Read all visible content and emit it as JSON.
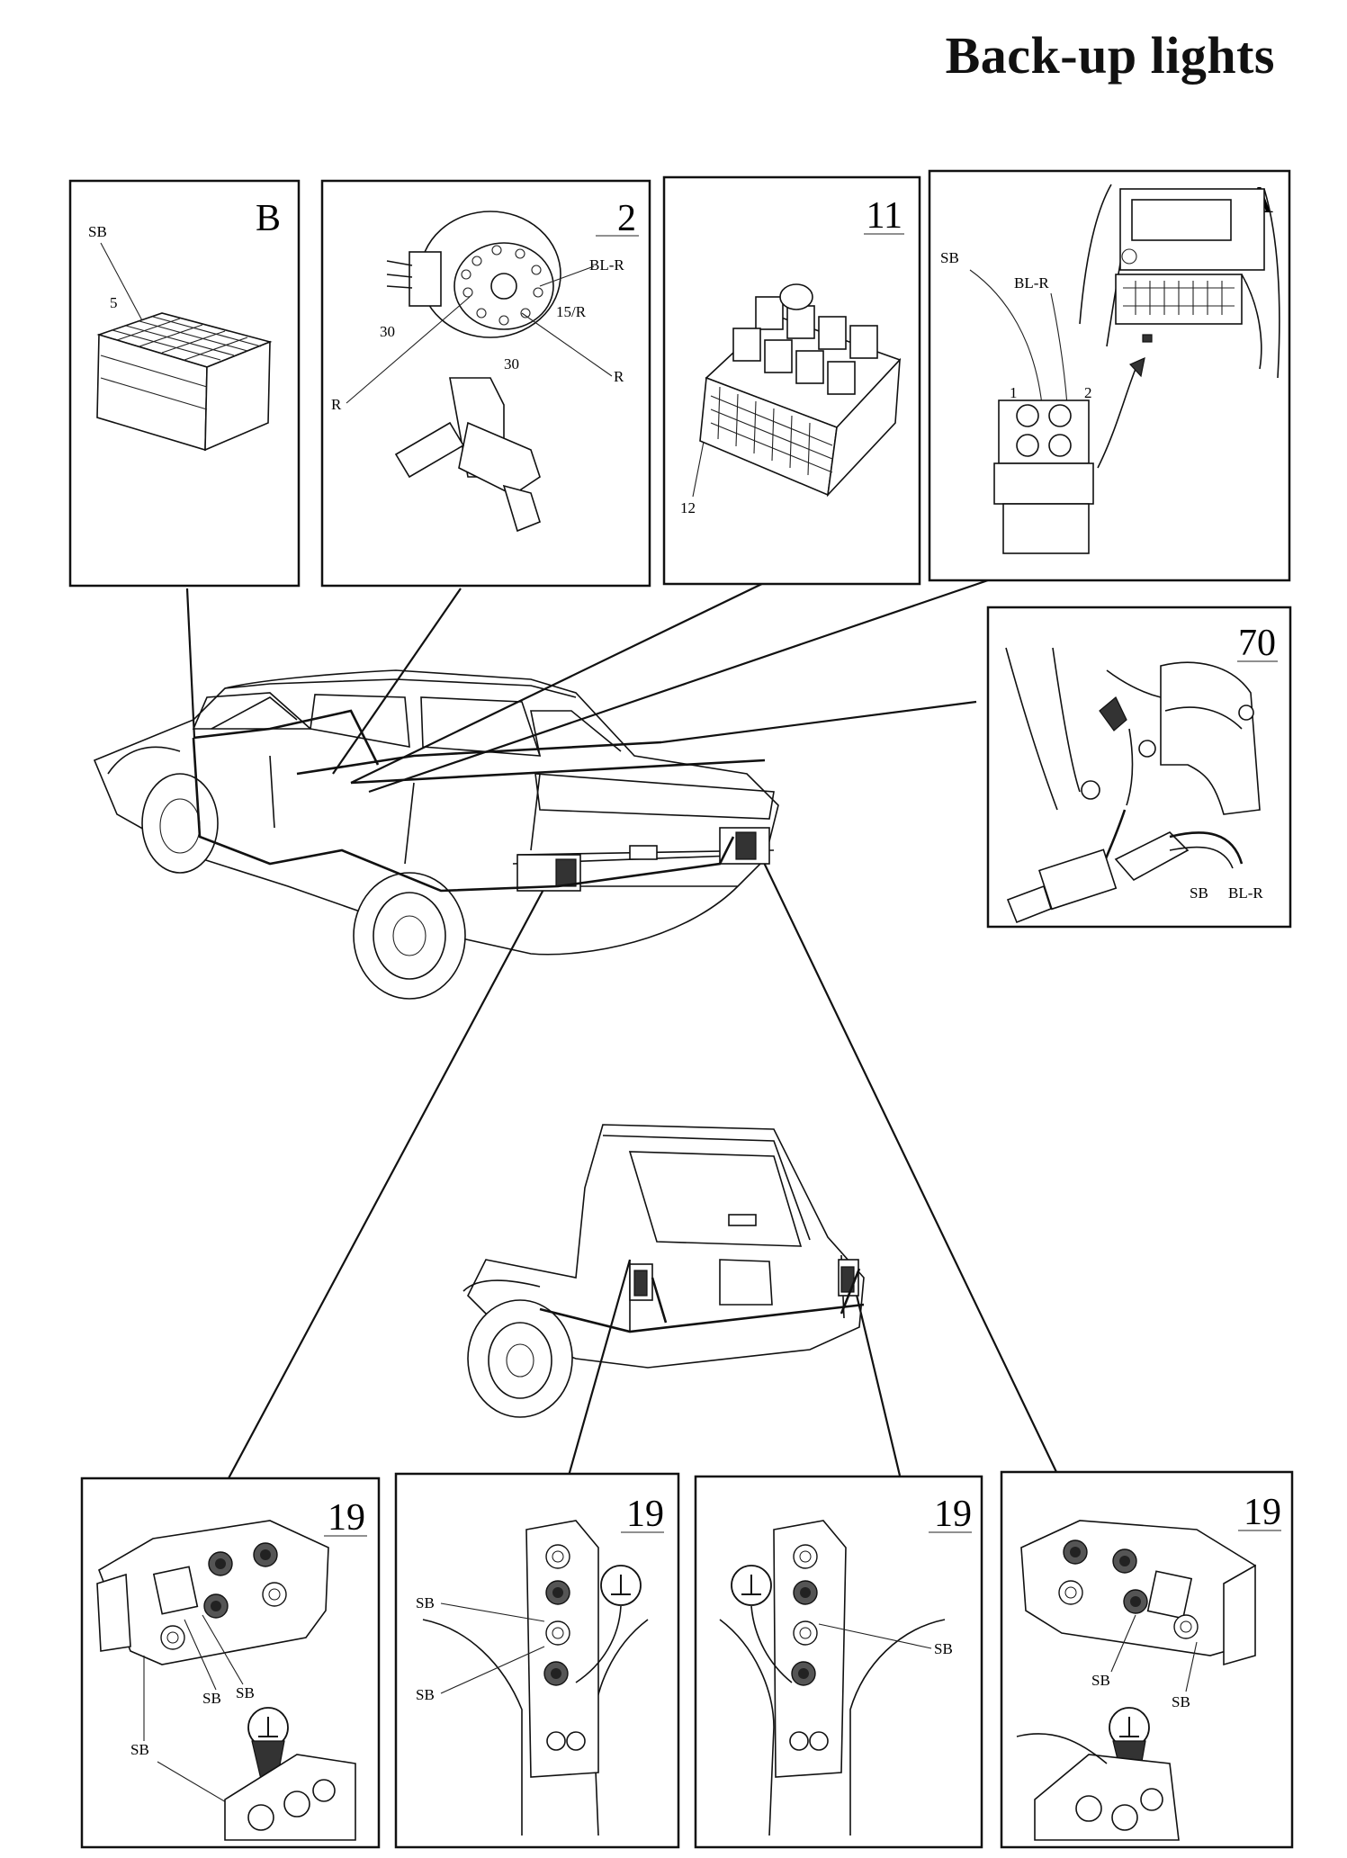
{
  "title": "Back-up lights",
  "panels": {
    "B": {
      "number": "B",
      "labels": {
        "sb": "SB",
        "pin": "5"
      }
    },
    "p2": {
      "number": "2",
      "labels": {
        "blr": "BL-R",
        "t15r": "15/R",
        "t30a": "30",
        "t30b": "30",
        "r1": "R",
        "r2": "R"
      }
    },
    "p11": {
      "number": "11",
      "labels": {
        "n12": "12"
      }
    },
    "A": {
      "number": "A",
      "labels": {
        "sb": "SB",
        "blr": "BL-R",
        "n1": "1",
        "n2": "2"
      }
    },
    "p70": {
      "number": "70",
      "labels": {
        "sb": "SB",
        "blr": "BL-R"
      }
    },
    "r1": {
      "number": "19",
      "labels": {
        "sb1": "SB",
        "sb2": "SB",
        "sb3": "SB"
      }
    },
    "r2": {
      "number": "19",
      "labels": {
        "sb1": "SB",
        "sb2": "SB"
      }
    },
    "r3": {
      "number": "19",
      "labels": {
        "sb1": "SB"
      }
    },
    "r4": {
      "number": "19",
      "labels": {
        "sb1": "SB",
        "sb2": "SB"
      }
    }
  }
}
